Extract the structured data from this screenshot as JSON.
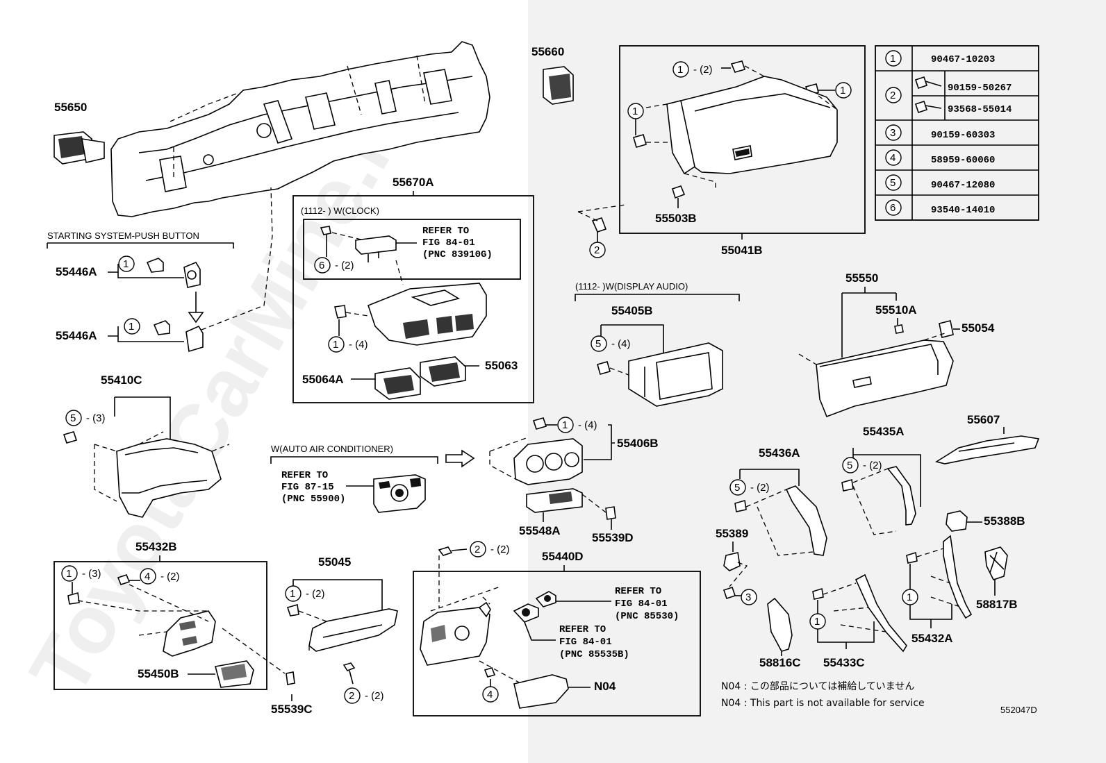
{
  "watermark": "ToyotaCarMine.ru",
  "diagram_code": "552047D",
  "parts": {
    "p55650": "55650",
    "p55660": "55660",
    "p55670A": "55670A",
    "p55041B": "55041B",
    "p55503B": "55503B",
    "p55446A_1": "55446A",
    "p55446A_2": "55446A",
    "p55064A": "55064A",
    "p55063": "55063",
    "p55410C": "55410C",
    "p55406B": "55406B",
    "p55405B": "55405B",
    "p55550": "55550",
    "p55510A": "55510A",
    "p55054": "55054",
    "p55607": "55607",
    "p55435A": "55435A",
    "p55436A": "55436A",
    "p55389": "55389",
    "p55388B": "55388B",
    "p55548A": "55548A",
    "p55539D": "55539D",
    "p55432B": "55432B",
    "p55450B": "55450B",
    "p55539C": "55539C",
    "p55045": "55045",
    "p55440D": "55440D",
    "pN04": "N04",
    "p58817B": "58817B",
    "p55432A": "55432A",
    "p58816C": "58816C",
    "p55433C": "55433C"
  },
  "conditions": {
    "starting_system": "STARTING SYSTEM-PUSH BUTTON",
    "clock": "(1112-        ) W(CLOCK)",
    "display_audio": "(1112-        )W(DISPLAY AUDIO)",
    "auto_ac": "W(AUTO AIR CONDITIONER)"
  },
  "refs": {
    "clock": [
      "REFER TO",
      "FIG 84-01",
      "(PNC 83910G)"
    ],
    "ac": [
      "REFER TO",
      "FIG 87-15",
      "(PNC 55900)"
    ],
    "r85530": [
      "REFER TO",
      "FIG 84-01",
      "(PNC 85530)"
    ],
    "r85535B": [
      "REFER TO",
      "FIG 84-01",
      "(PNC 85535B)"
    ]
  },
  "callouts": {
    "c1": "1",
    "c2": "2",
    "c3": "3",
    "c4": "4",
    "c5": "5",
    "c6": "6",
    "q2": "- (2)",
    "q3": "- (3)",
    "q4": "- (4)"
  },
  "table": [
    {
      "ref": "1",
      "parts": [
        "90467-10203"
      ]
    },
    {
      "ref": "2",
      "parts": [
        "90159-50267",
        "93568-55014"
      ]
    },
    {
      "ref": "3",
      "parts": [
        "90159-60303"
      ]
    },
    {
      "ref": "4",
      "parts": [
        "58959-60060"
      ]
    },
    {
      "ref": "5",
      "parts": [
        "90467-12080"
      ]
    },
    {
      "ref": "6",
      "parts": [
        "93540-14010"
      ]
    }
  ],
  "notes": {
    "jp": "N04 : この部品については補給していません",
    "en": "N04 : This part is not available for service"
  }
}
